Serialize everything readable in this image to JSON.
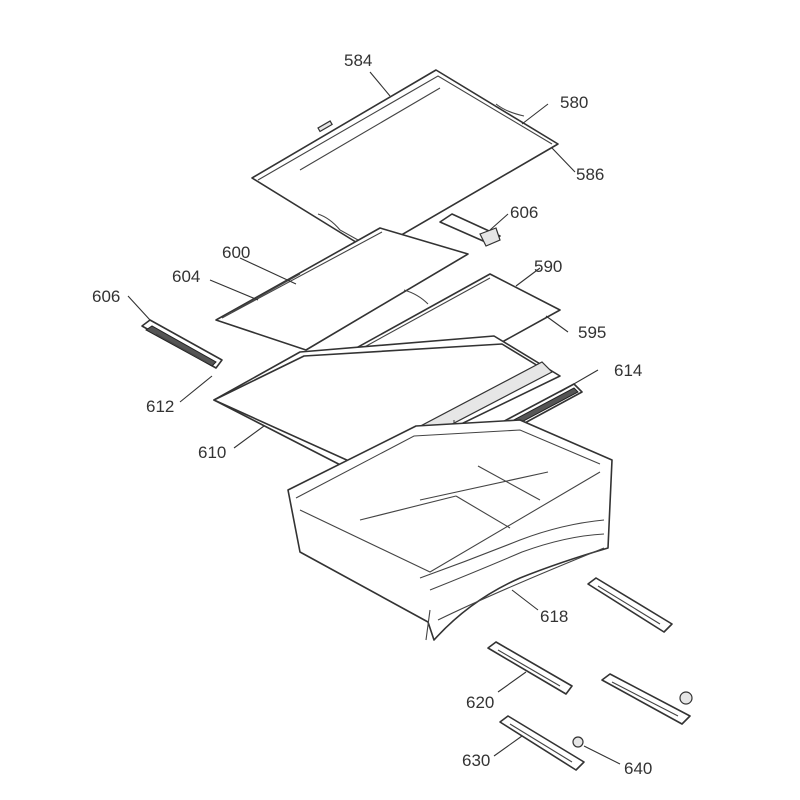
{
  "callouts": {
    "c584": "584",
    "c580": "580",
    "c586": "586",
    "c606_top": "606",
    "c600": "600",
    "c604": "604",
    "c606_left": "606",
    "c590": "590",
    "c595": "595",
    "c614": "614",
    "c612": "612",
    "c610": "610",
    "c618": "618",
    "c620": "620",
    "c630": "630",
    "c640": "640"
  },
  "colors": {
    "line": "#333333",
    "background": "#ffffff"
  }
}
